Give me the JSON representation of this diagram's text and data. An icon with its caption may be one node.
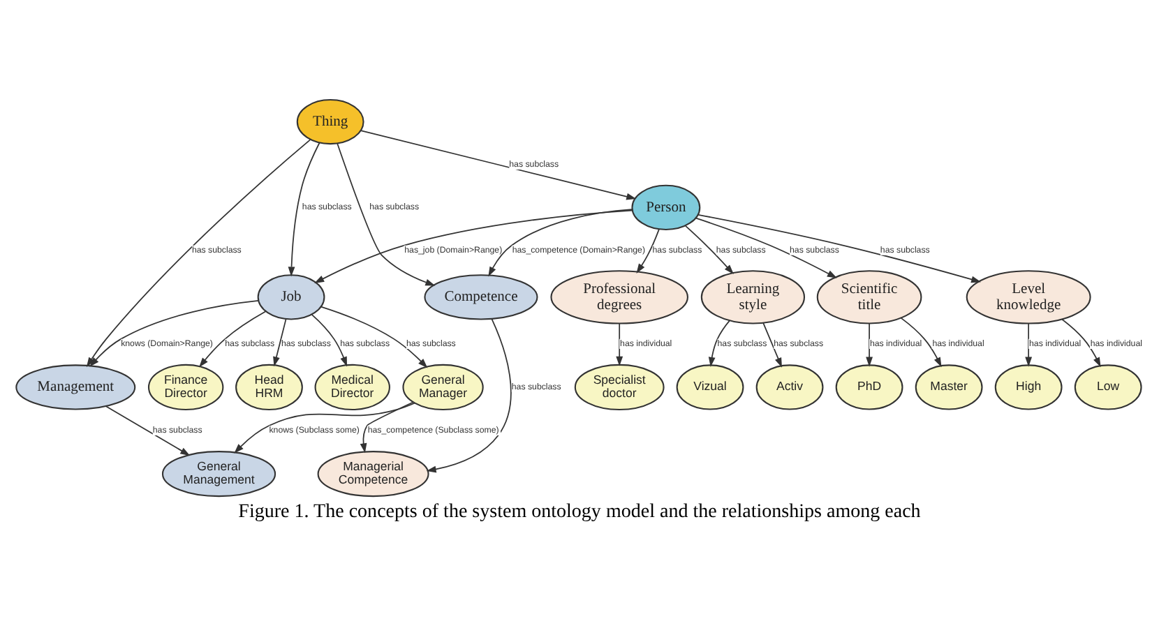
{
  "diagram": {
    "caption": "Figure 1. The concepts of the system ontology model and the relationships among each",
    "nodes": [
      {
        "text": [
          "Thing"
        ]
      },
      {
        "text": [
          "Person"
        ]
      },
      {
        "text": [
          "Job"
        ]
      },
      {
        "text": [
          "Competence"
        ]
      },
      {
        "text": [
          "Management"
        ]
      },
      {
        "text": [
          "Finance Director"
        ]
      },
      {
        "text": [
          "Head HRM"
        ]
      },
      {
        "text": [
          "Medical Director"
        ]
      },
      {
        "text": [
          "General Manager"
        ]
      },
      {
        "text": [
          "General Management"
        ]
      },
      {
        "text": [
          "Managerial Competence"
        ]
      },
      {
        "text": [
          "Professional degrees"
        ]
      },
      {
        "text": [
          "Learning style"
        ]
      },
      {
        "text": [
          "Scientific title"
        ]
      },
      {
        "text": [
          "Level knowledge"
        ]
      },
      {
        "text": [
          "Vizual"
        ]
      },
      {
        "text": [
          "Activ"
        ]
      },
      {
        "text": [
          "PhD"
        ]
      },
      {
        "text": [
          "Specialist doctor"
        ]
      },
      {
        "text": [
          "Master"
        ]
      },
      {
        "text": [
          "High"
        ]
      },
      {
        "text": [
          "Low"
        ]
      }
    ],
    "edges": [
      {
        "from": 0,
        "to": 4,
        "arrow": "to",
        "label": "has subclass"
      },
      {
        "from": 0,
        "to": 2,
        "arrow": "to",
        "label": "has subclass"
      },
      {
        "from": 0,
        "to": 3,
        "arrow": "to",
        "label": "has subclass"
      },
      {
        "from": 0,
        "to": 1,
        "arrow": "to",
        "label": "has subclass"
      },
      {
        "from": 2,
        "to": 4,
        "arrow": "to",
        "label": "knows (Domain>Range)"
      },
      {
        "from": 2,
        "to": 5,
        "arrow": "to",
        "label": "has subclass"
      },
      {
        "from": 2,
        "to": 6,
        "arrow": "to",
        "label": "has subclass"
      },
      {
        "from": 2,
        "to": 7,
        "arrow": "to",
        "label": "has subclass"
      },
      {
        "from": 2,
        "to": 8,
        "arrow": "to",
        "label": "has subclass"
      },
      {
        "from": 1,
        "to": 2,
        "arrow": "to",
        "label": "has_job (Domain>Range)"
      },
      {
        "from": 1,
        "to": 3,
        "arrow": "to",
        "label": "has_competence (Domain>Range)"
      },
      {
        "from": 1,
        "to": 11,
        "arrow": "to",
        "label": "has subclass"
      },
      {
        "from": 1,
        "to": 12,
        "arrow": "to",
        "label": "has subclass"
      },
      {
        "from": 1,
        "to": 13,
        "arrow": "to",
        "label": "has subclass"
      },
      {
        "from": 1,
        "to": 14,
        "arrow": "to",
        "label": "has subclass"
      },
      {
        "from": 4,
        "to": 9,
        "arrow": "to",
        "label": "has subclass"
      },
      {
        "from": 8,
        "to": 9,
        "arrow": "to",
        "label": "knows (Subclass some)"
      },
      {
        "from": 8,
        "to": 10,
        "arrow": "to",
        "label": "has_competence (Subclass some)"
      },
      {
        "from": 3,
        "to": 10,
        "arrow": "to",
        "label": "has subclass"
      },
      {
        "from": 11,
        "to": 18,
        "arrow": "to",
        "label": "has individual"
      },
      {
        "from": 12,
        "to": 15,
        "arrow": "to",
        "label": "has subclass"
      },
      {
        "from": 12,
        "to": 16,
        "arrow": "to",
        "label": "has subclass"
      },
      {
        "from": 13,
        "to": 17,
        "arrow": "to",
        "label": "has individual"
      },
      {
        "from": 13,
        "to": 19,
        "arrow": "to",
        "label": "has individual"
      },
      {
        "from": 14,
        "to": 20,
        "arrow": "to",
        "label": "has individual"
      },
      {
        "from": 14,
        "to": 21,
        "arrow": "to",
        "label": "has individual"
      }
    ]
  }
}
